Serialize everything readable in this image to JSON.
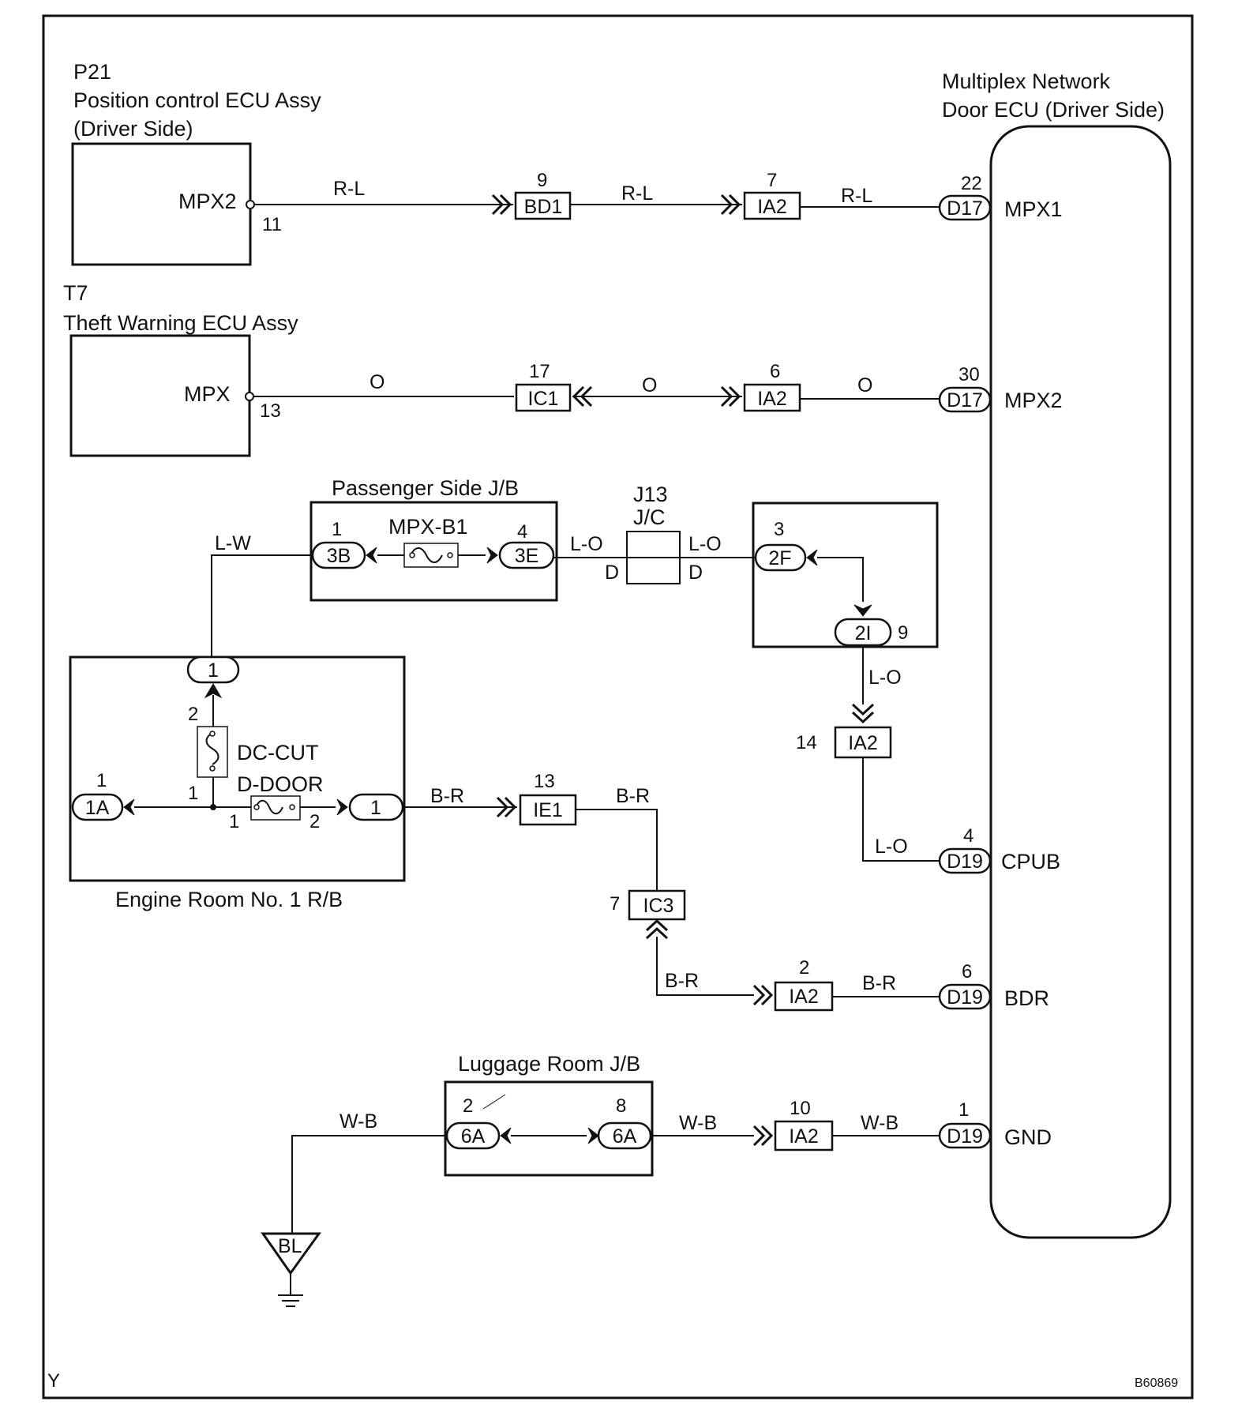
{
  "components": {
    "p21": {
      "code": "P21",
      "name": "Position control ECU Assy",
      "side": "(Driver Side)",
      "pin_label": "MPX2",
      "pin_no": "11"
    },
    "t7": {
      "code": "T7",
      "name": "Theft Warning ECU Assy",
      "pin_label": "MPX",
      "pin_no": "13"
    },
    "door_ecu": {
      "name_line1": "Multiplex Network",
      "name_line2": "Door ECU (Driver Side)"
    },
    "passenger_jb": {
      "title": "Passenger Side J/B",
      "fuse": "MPX-B1",
      "left_pin": "1",
      "left_conn": "3B",
      "right_pin": "4",
      "right_conn": "3E"
    },
    "j13": {
      "code": "J13",
      "name": "J/C",
      "left_pin": "D",
      "right_pin": "D"
    },
    "jb_right": {
      "in_pin": "3",
      "in_conn": "2F",
      "out_conn": "2I",
      "out_pin": "9"
    },
    "engine_rb": {
      "title": "Engine Room No. 1 R/B",
      "top_conn": "1",
      "left_pin": "1",
      "left_conn": "1A",
      "right_conn": "1",
      "dc_cut": "DC-CUT",
      "d_door": "D-DOOR",
      "relay_pin_top": "2",
      "relay_pin_bottom": "1",
      "fuse_pin_left": "1",
      "fuse_pin_right": "2"
    },
    "luggage_jb": {
      "title": "Luggage Room J/B",
      "left_pin": "2",
      "left_conn": "6A",
      "right_pin": "8",
      "right_conn": "6A"
    },
    "ground": {
      "label": "BL"
    }
  },
  "ecu_pins": [
    {
      "pin": "22",
      "conn": "D17",
      "label": "MPX1"
    },
    {
      "pin": "30",
      "conn": "D17",
      "label": "MPX2"
    },
    {
      "pin": "4",
      "conn": "D19",
      "label": "CPUB"
    },
    {
      "pin": "6",
      "conn": "D19",
      "label": "BDR"
    },
    {
      "pin": "1",
      "conn": "D19",
      "label": "GND"
    }
  ],
  "wires": {
    "w_mpx1": [
      "R-L",
      "R-L",
      "R-L"
    ],
    "w_mpx2": [
      "O",
      "O",
      "O"
    ],
    "l_w": "L-W",
    "l_o": [
      "L-O",
      "L-O",
      "L-O",
      "L-O"
    ],
    "b_r": [
      "B-R",
      "B-R",
      "B-R",
      "B-R"
    ],
    "w_b": [
      "W-B",
      "W-B",
      "W-B"
    ]
  },
  "junctions": {
    "bd1": {
      "pin": "9",
      "conn": "BD1"
    },
    "ia2_a": {
      "pin": "7",
      "conn": "IA2"
    },
    "ic1": {
      "pin": "17",
      "conn": "IC1"
    },
    "ia2_b": {
      "pin": "6",
      "conn": "IA2"
    },
    "ia2_c": {
      "pin": "14",
      "conn": "IA2"
    },
    "ie1": {
      "pin": "13",
      "conn": "IE1"
    },
    "ic3": {
      "pin": "7",
      "conn": "IC3"
    },
    "ia2_d": {
      "pin": "2",
      "conn": "IA2"
    },
    "ia2_e": {
      "pin": "10",
      "conn": "IA2"
    }
  },
  "footer": {
    "left": "Y",
    "right": "B60869"
  }
}
